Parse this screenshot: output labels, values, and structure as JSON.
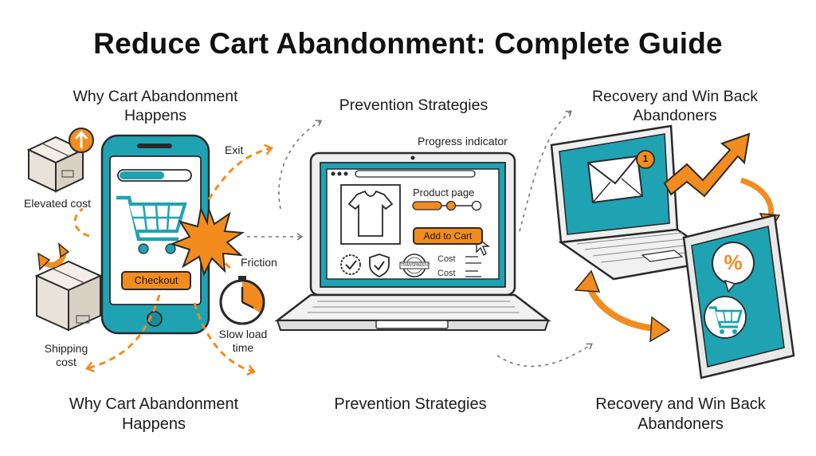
{
  "title": "Reduce Cart Abandonment: Complete Guide",
  "colors": {
    "accent": "#f28c1e",
    "teal": "#1fa3b3",
    "ink": "#2a2a2a",
    "background": "#ffffff"
  },
  "sections": [
    {
      "heading": "Why Cart Abandonment Happens",
      "footer": "Why Cart Abandonment Happens",
      "labels": {
        "elevated_cost": "Elevated cost",
        "shipping_cost": "Shipping cost",
        "exit": "Exit",
        "friction": "Friction",
        "slow_load_time": "Slow load time",
        "checkout_button": "Checkout"
      },
      "icons": [
        "box-up-arrow-icon",
        "box-cycle-arrow-icon",
        "smartphone-icon",
        "shopping-cart-icon",
        "friction-burst-icon",
        "clock-icon"
      ]
    },
    {
      "heading": "Prevention Strategies",
      "footer": "Prevention Strategies",
      "labels": {
        "progress_indicator": "Progress indicator",
        "product_page": "Product page",
        "add_to_cart": "Add to Cart",
        "cost_1": "Cost",
        "cost_2": "Cost",
        "badge_text": "TRANSPARENT"
      },
      "icons": [
        "laptop-icon",
        "tshirt-icon",
        "check-badge-icon",
        "shield-check-icon",
        "cursor-icon"
      ]
    },
    {
      "heading": "Recovery and Win Back Abandoners",
      "footer": "Recovery and Win Back Abandoners",
      "labels": {
        "email_badge": "1",
        "discount_symbol": "%"
      },
      "icons": [
        "laptop-icon",
        "envelope-icon",
        "trend-up-arrow-icon",
        "tablet-icon",
        "percent-bubble-icon",
        "shopping-cart-icon",
        "cycle-arrows-icon"
      ]
    }
  ]
}
